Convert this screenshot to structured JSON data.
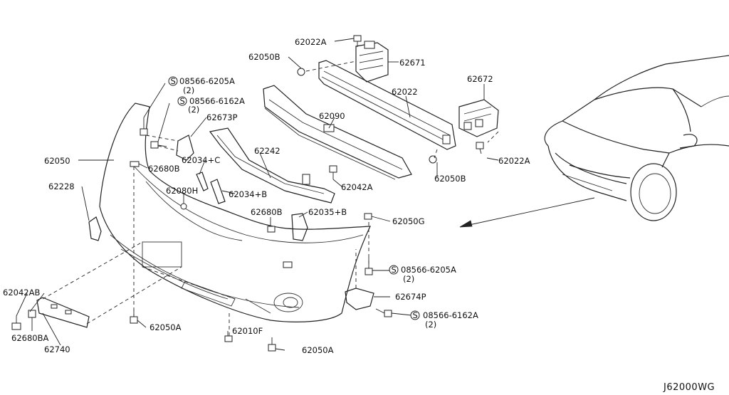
{
  "diagram_code": "J62000WG",
  "parts": [
    {
      "id": "p62022A_top",
      "text": "62022A"
    },
    {
      "id": "p62050B_top",
      "text": "62050B"
    },
    {
      "id": "p62671",
      "text": "62671"
    },
    {
      "id": "p62672",
      "text": "62672"
    },
    {
      "id": "p62022",
      "text": "62022"
    },
    {
      "id": "p62090",
      "text": "62090"
    },
    {
      "id": "p62022A_right",
      "text": "62022A"
    },
    {
      "id": "p62050B_right",
      "text": "62050B"
    },
    {
      "id": "p62242",
      "text": "62242"
    },
    {
      "id": "p62042A",
      "text": "62042A"
    },
    {
      "id": "p08566_6205A_top",
      "text": "08566-6205A",
      "qty": "(2)",
      "s_mark": "S"
    },
    {
      "id": "p08566_6162A_top",
      "text": "08566-6162A",
      "qty": "(2)",
      "s_mark": "S"
    },
    {
      "id": "p62673P",
      "text": "62673P"
    },
    {
      "id": "p62050",
      "text": "62050"
    },
    {
      "id": "p62680B_left",
      "text": "62680B"
    },
    {
      "id": "p62034C",
      "text": "62034+C"
    },
    {
      "id": "p62228",
      "text": "62228"
    },
    {
      "id": "p62080H",
      "text": "62080H"
    },
    {
      "id": "p62034B",
      "text": "62034+B"
    },
    {
      "id": "p62680B_mid",
      "text": "62680B"
    },
    {
      "id": "p62035B",
      "text": "62035+B"
    },
    {
      "id": "p62050G",
      "text": "62050G"
    },
    {
      "id": "p08566_6205A_right",
      "text": "08566-6205A",
      "qty": "(2)",
      "s_mark": "S"
    },
    {
      "id": "p62674P",
      "text": "62674P"
    },
    {
      "id": "p08566_6162A_right",
      "text": "08566-6162A",
      "qty": "(2)",
      "s_mark": "S"
    },
    {
      "id": "p62042AB",
      "text": "62042AB"
    },
    {
      "id": "p62680BA",
      "text": "62680BA"
    },
    {
      "id": "p62740",
      "text": "62740"
    },
    {
      "id": "p62050A_left",
      "text": "62050A"
    },
    {
      "id": "p62010F",
      "text": "62010F"
    },
    {
      "id": "p62050A_bottom",
      "text": "62050A"
    }
  ]
}
